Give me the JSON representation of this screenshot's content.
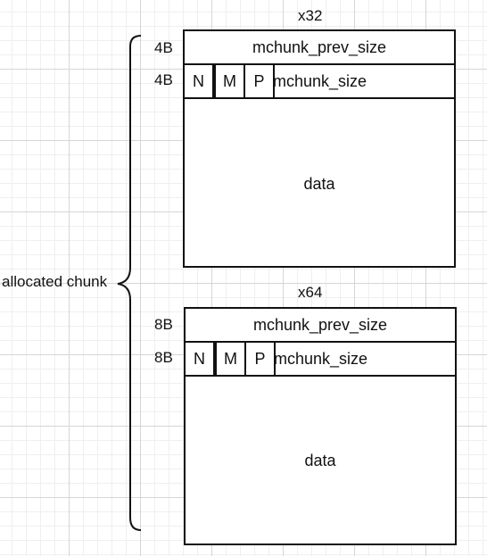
{
  "diagram": {
    "brace_label": "allocated chunk",
    "x32": {
      "title": "x32",
      "prev_size_width": "4B",
      "size_width": "4B",
      "prev_size_label": "mchunk_prev_size",
      "size_label": "mchunk_size",
      "flags": [
        "N",
        "M",
        "P"
      ],
      "data_label": "data"
    },
    "x64": {
      "title": "x64",
      "prev_size_width": "8B",
      "size_width": "8B",
      "prev_size_label": "mchunk_prev_size",
      "size_label": "mchunk_size",
      "flags": [
        "N",
        "M",
        "P"
      ],
      "data_label": "data"
    }
  }
}
